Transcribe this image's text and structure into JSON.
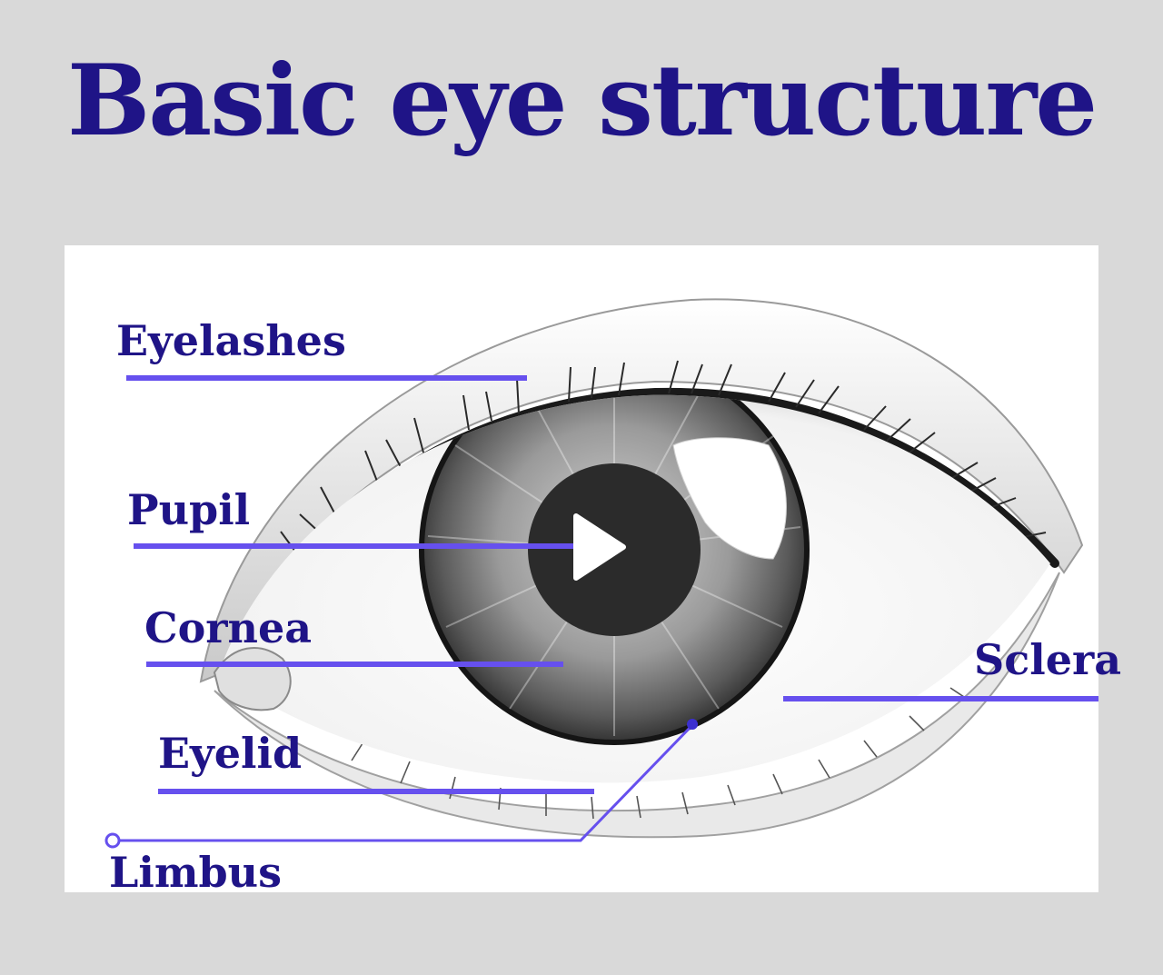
{
  "title": "Basic eye structure",
  "labels": {
    "eyelashes": "Eyelashes",
    "pupil": "Pupil",
    "cornea": "Cornea",
    "eyelid": "Eyelid",
    "limbus": "Limbus",
    "sclera": "Sclera"
  },
  "colors": {
    "background": "#d9d9d9",
    "title": "#1f1487",
    "label": "#1f1487",
    "leader_line": "#6650ee",
    "panel": "#ffffff"
  },
  "icons": {
    "play": "play-icon"
  }
}
